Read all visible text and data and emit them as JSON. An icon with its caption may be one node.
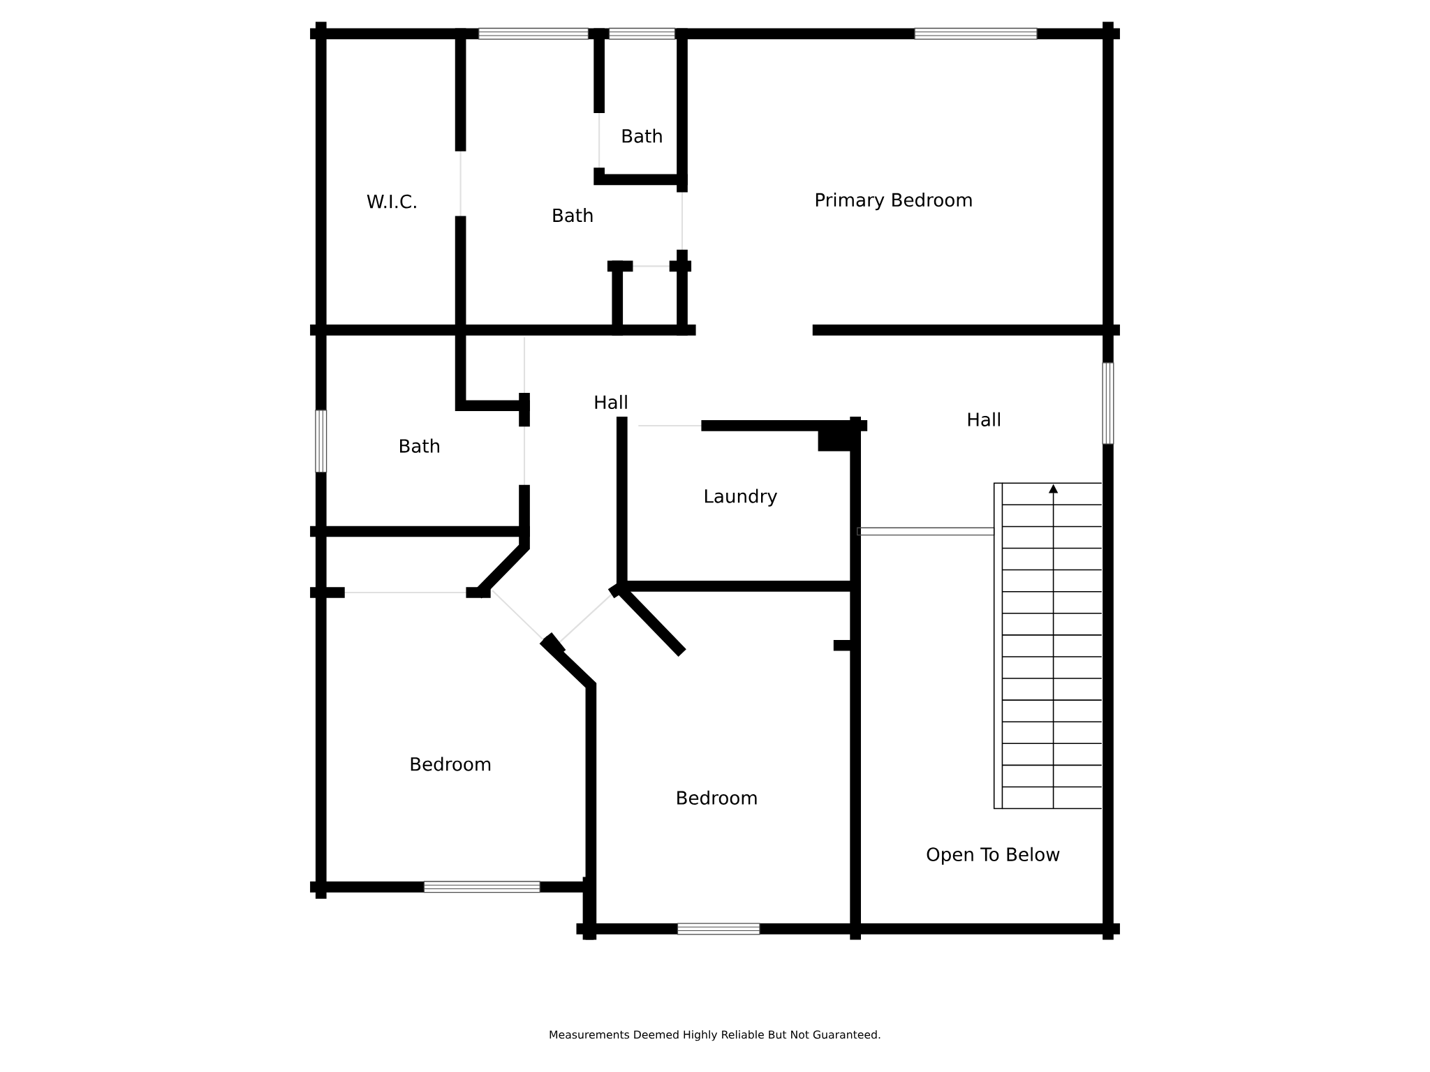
{
  "diagram": {
    "labels": [
      "W.I.C.",
      "Bath",
      "Bath",
      "Primary Bedroom",
      "Hall",
      "Hall",
      "Bath",
      "Laundry",
      "Bedroom",
      "Bedroom",
      "Open To Below",
      "Measurements Deemed Highly Reliable But Not Guaranteed."
    ]
  }
}
